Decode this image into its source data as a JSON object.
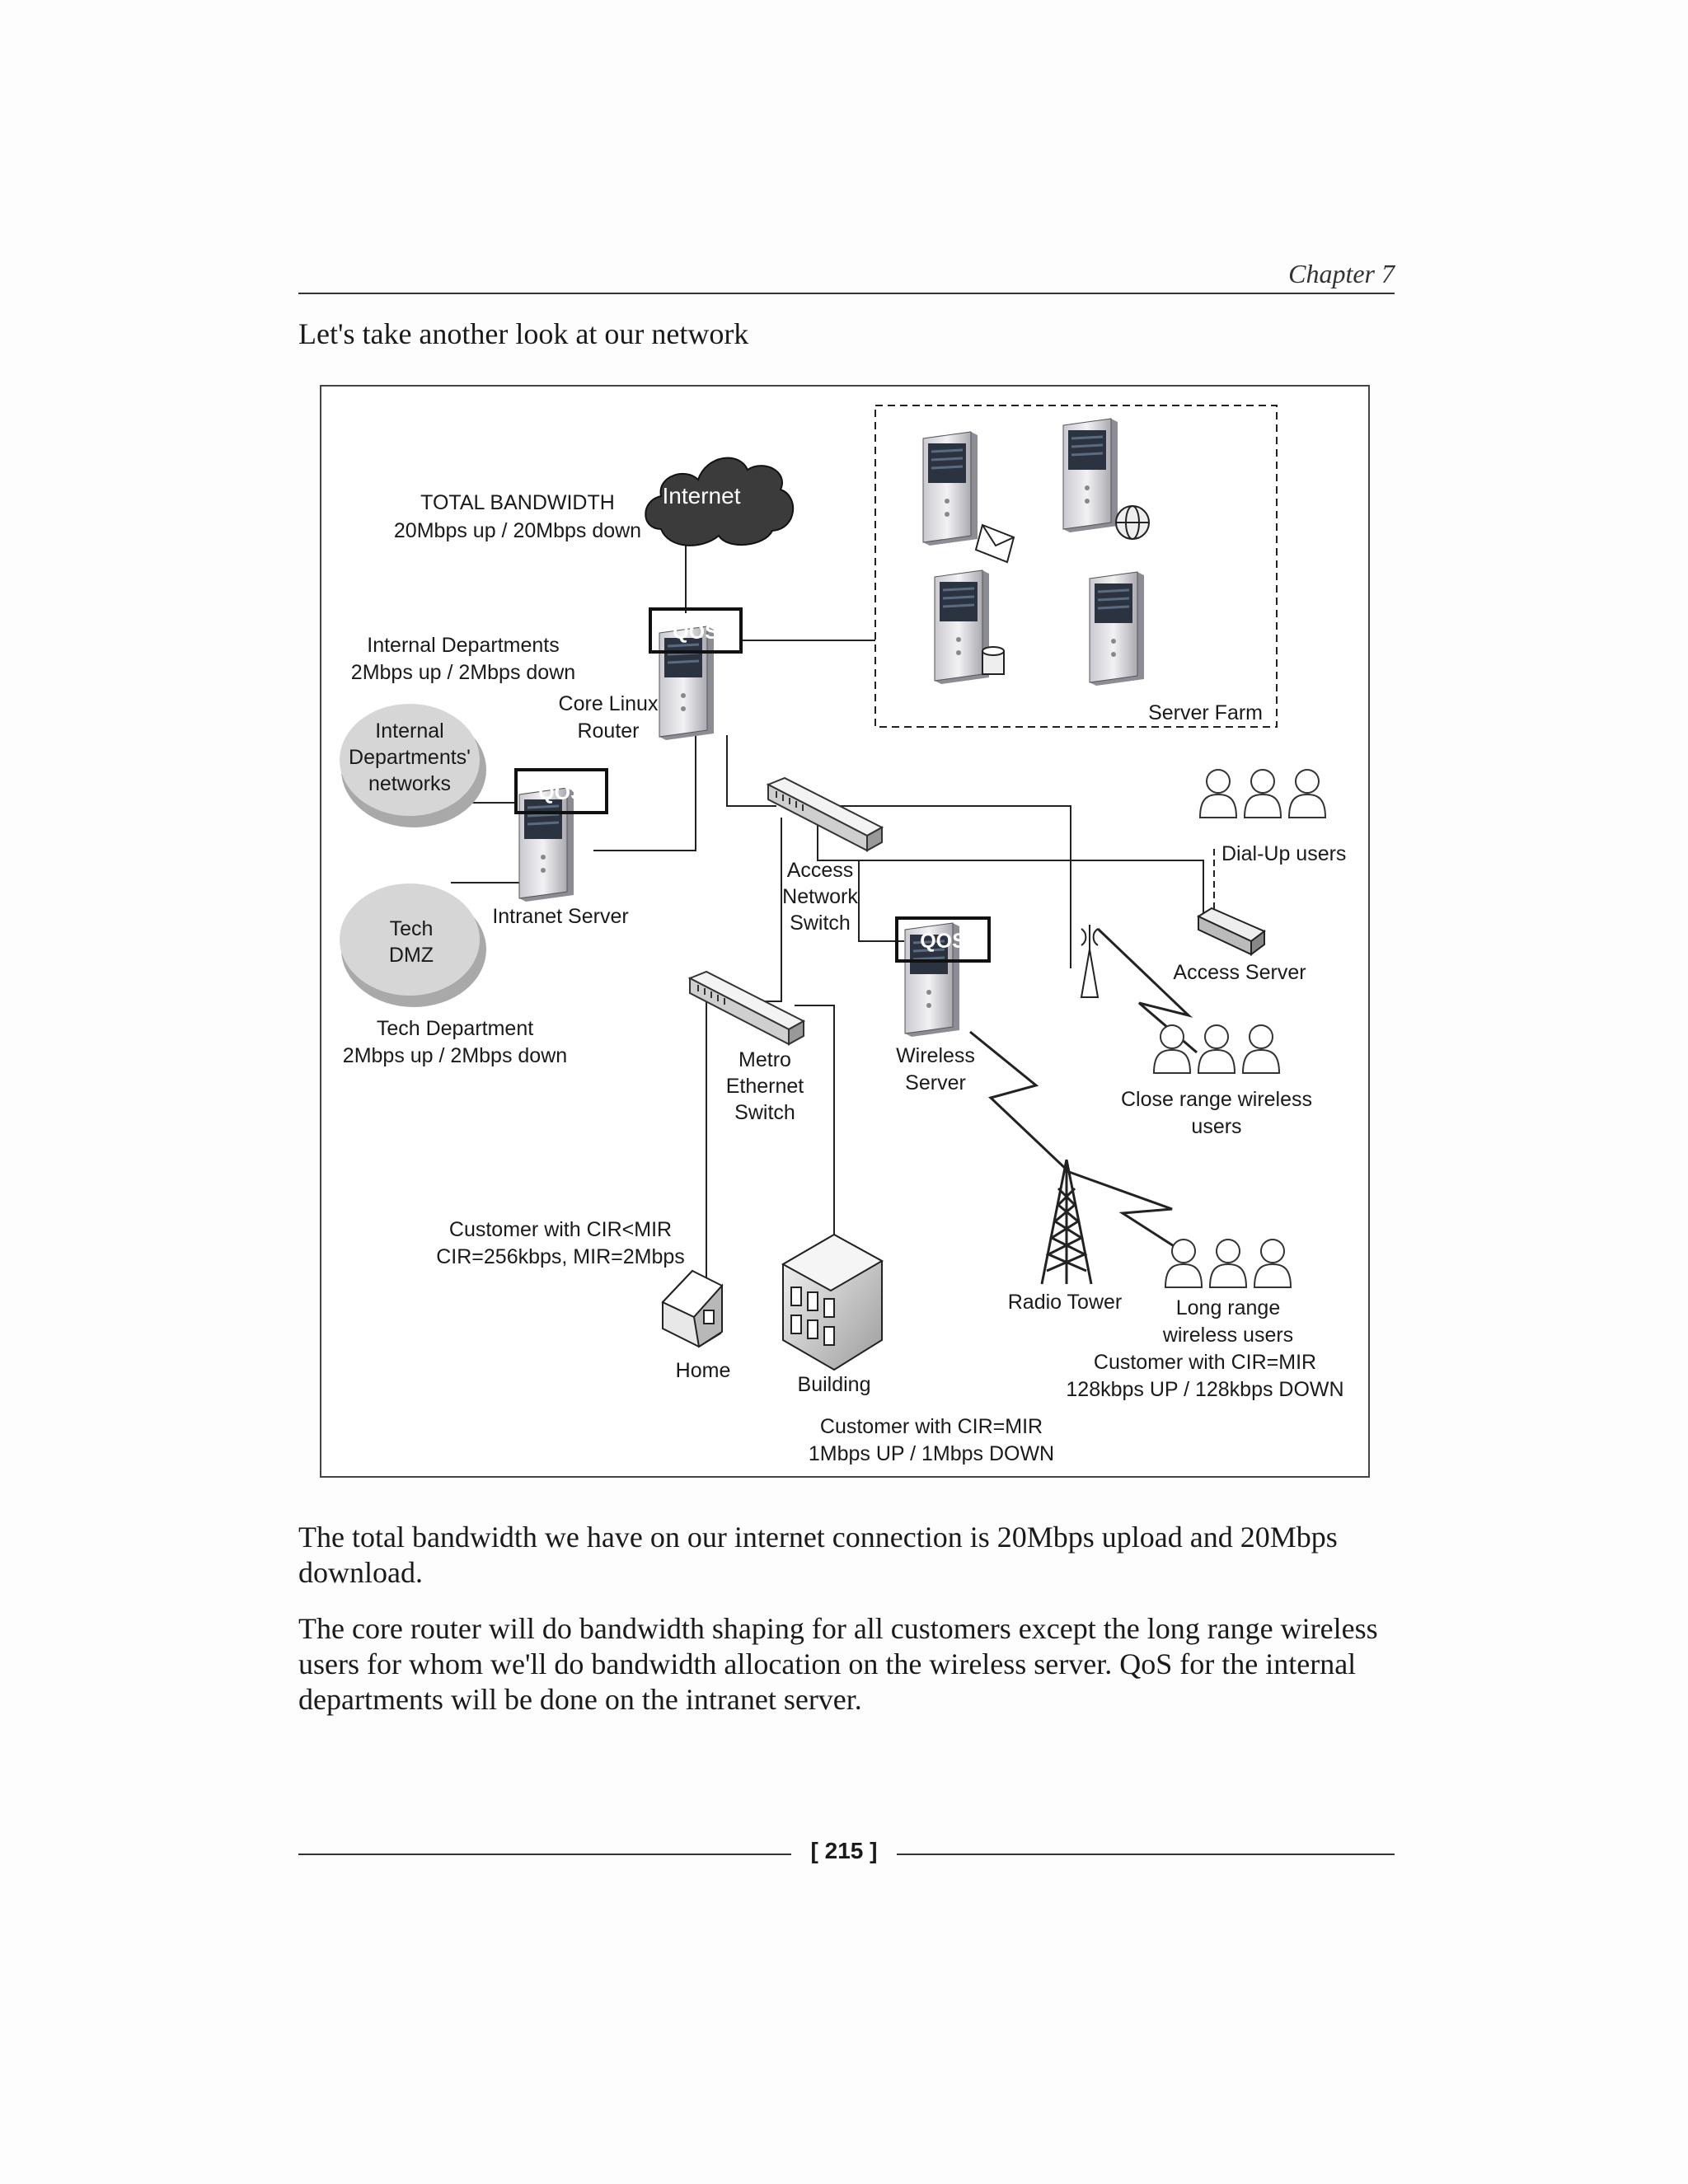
{
  "header": {
    "chapter": "Chapter 7"
  },
  "intro": "Let's take another look at our network",
  "diagram": {
    "internet": "Internet",
    "total_bandwidth": [
      "TOTAL BANDWIDTH",
      "20Mbps up / 20Mbps down"
    ],
    "internal_departments": [
      "Internal Departments",
      "2Mbps up / 2Mbps down"
    ],
    "core_router": [
      "Core Linux",
      "Router"
    ],
    "internal_networks": [
      "Internal",
      "Departments'",
      "networks"
    ],
    "intranet_server": "Intranet Server",
    "tech_dmz": [
      "Tech",
      "DMZ"
    ],
    "tech_department": [
      "Tech Department",
      "2Mbps up / 2Mbps down"
    ],
    "qos": "QOS",
    "server_farm": "Server Farm",
    "dialup_users": "Dial-Up users",
    "access_switch": [
      "Access",
      "Network",
      "Switch"
    ],
    "access_server": "Access Server",
    "wireless_server": [
      "Wireless",
      "Server"
    ],
    "close_range": [
      "Close range wireless",
      "users"
    ],
    "metro_switch": [
      "Metro",
      "Ethernet",
      "Switch"
    ],
    "customer_cir_lt_mir": [
      "Customer with CIR<MIR",
      "CIR=256kbps, MIR=2Mbps"
    ],
    "home": "Home",
    "building": "Building",
    "radio_tower": "Radio Tower",
    "long_range": [
      "Long range",
      "wireless users",
      "Customer with CIR=MIR",
      "128kbps UP / 128kbps DOWN"
    ],
    "building_customer": [
      "Customer with CIR=MIR",
      "1Mbps UP / 1Mbps DOWN"
    ]
  },
  "paragraphs": [
    "The total bandwidth we have on our internet connection is 20Mbps upload and 20Mbps download.",
    "The core router will do bandwidth shaping for all customers except the long range wireless users for whom we'll do bandwidth allocation on the wireless server. QoS for the internal departments will be done on the intranet server."
  ],
  "footer": {
    "page_number": "[ 215 ]"
  }
}
